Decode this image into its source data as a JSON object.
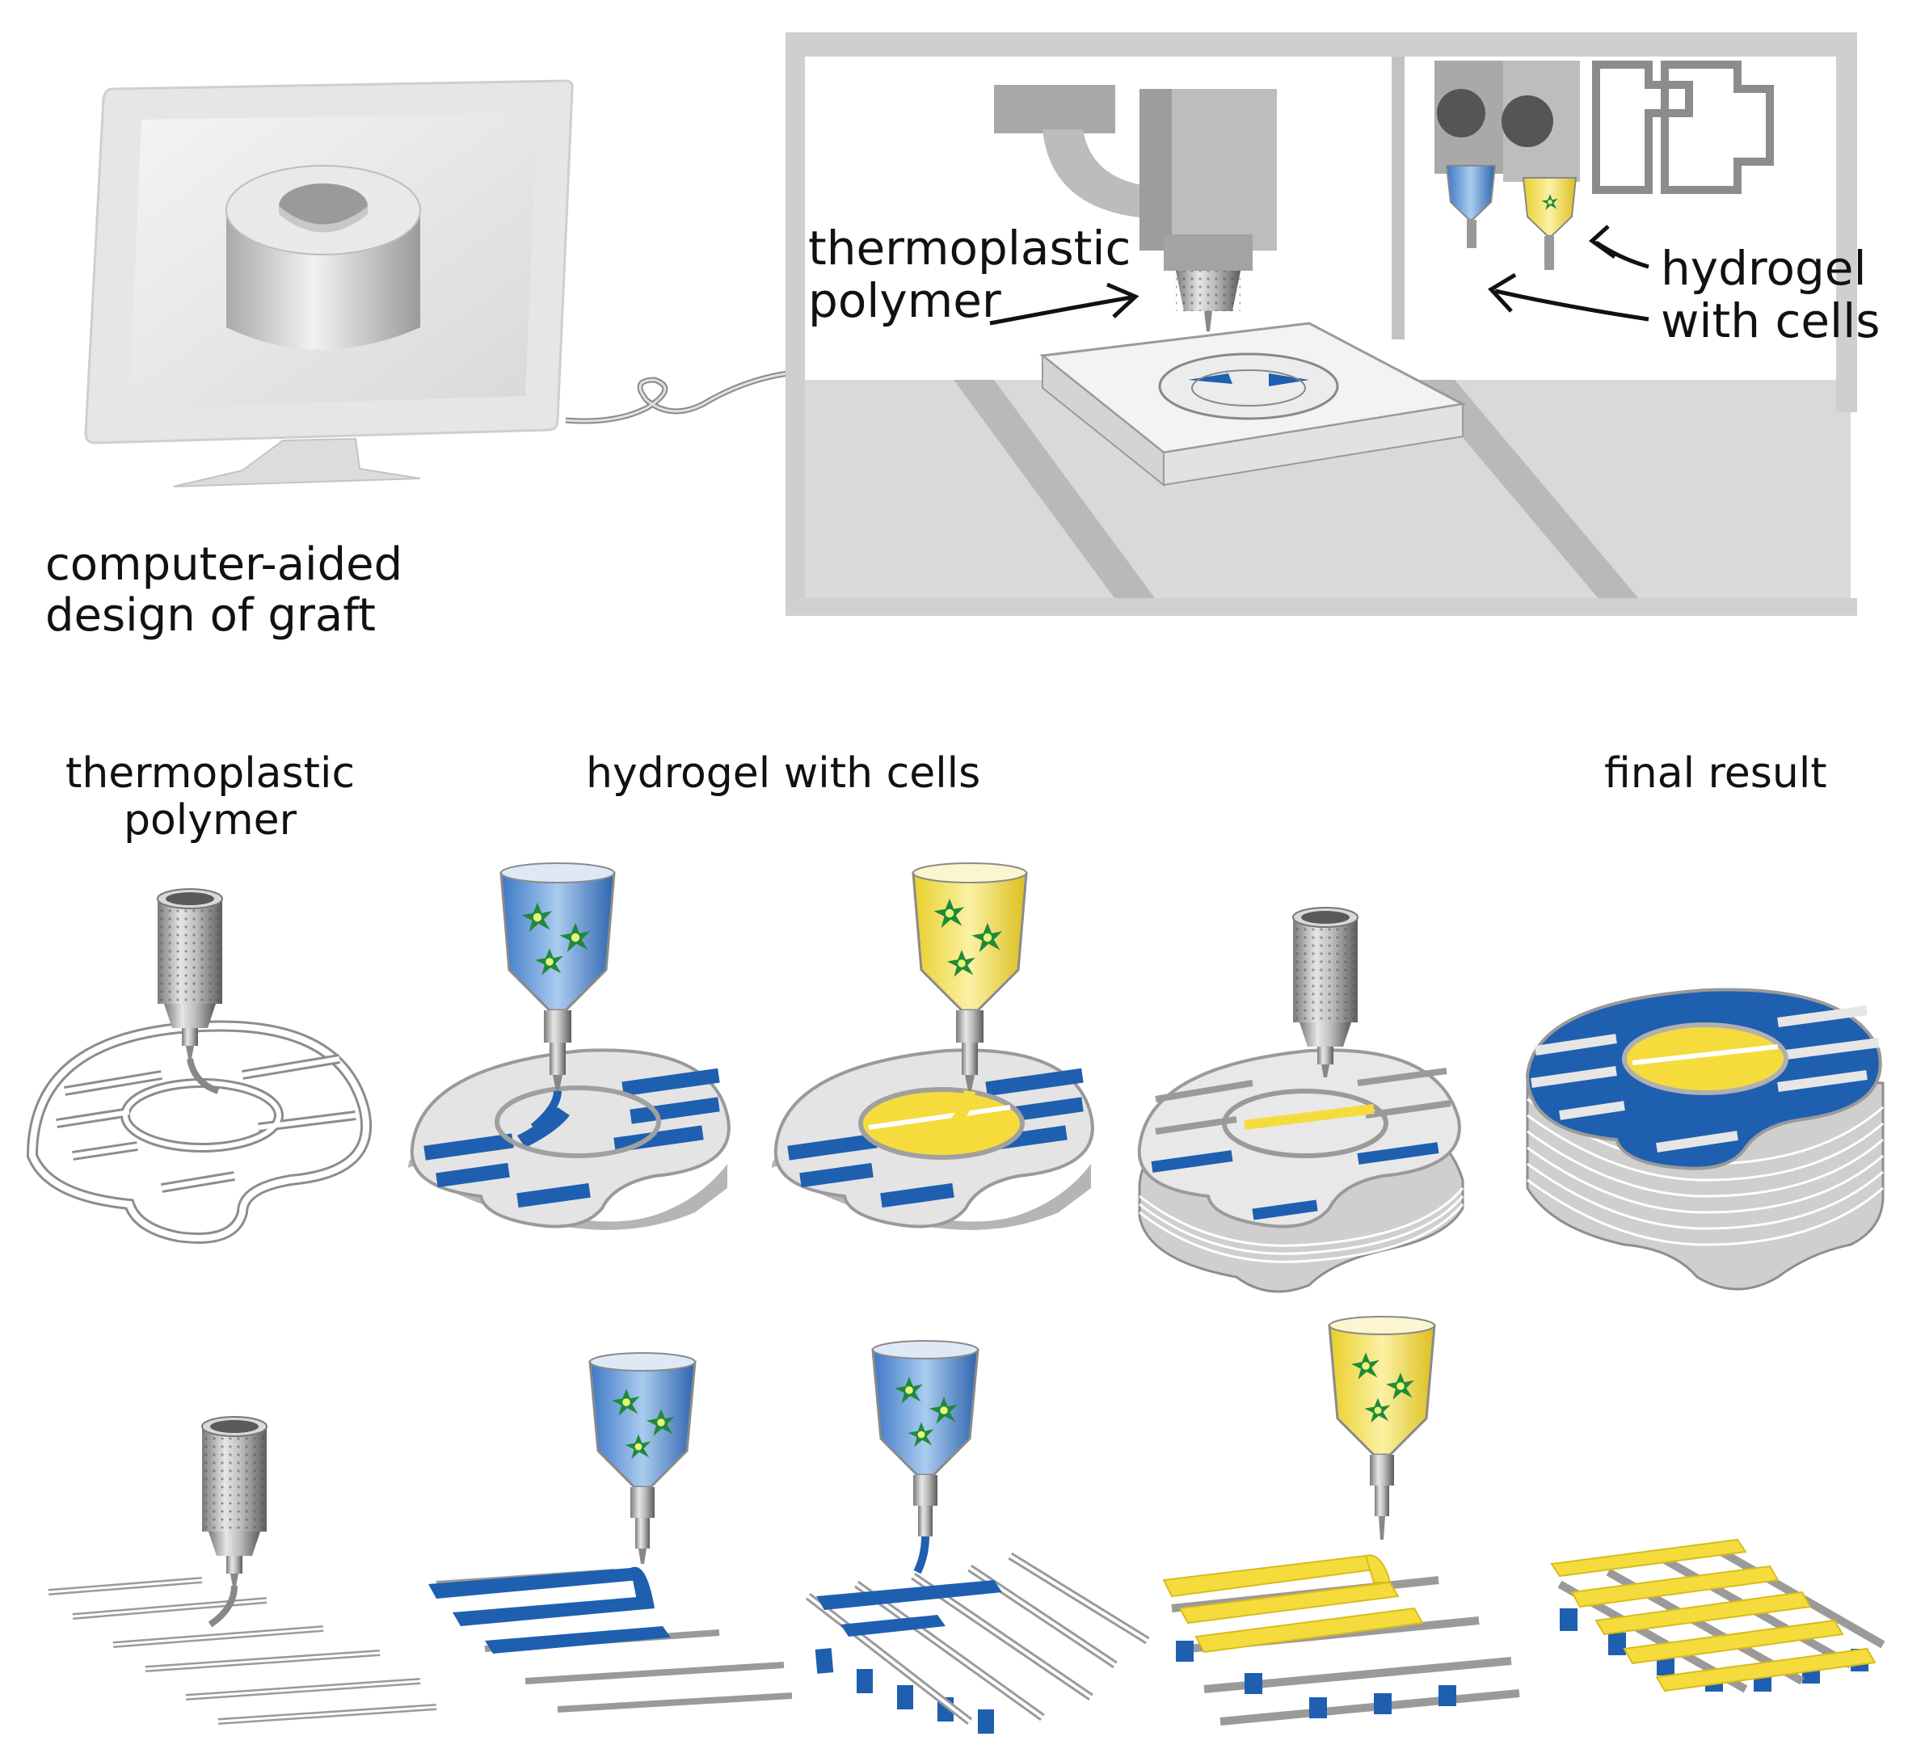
{
  "labels": {
    "cad_line1": "computer-aided",
    "cad_line2": "design of graft",
    "printer_thermo_line1": "thermoplastic",
    "printer_thermo_line2": "polymer",
    "printer_hydrogel_line1": "hydrogel",
    "printer_hydrogel_line2": "with cells",
    "step_thermo_line1": "thermoplastic",
    "step_thermo_line2": "polymer",
    "step_hydrogel": "hydrogel with cells",
    "step_final": "final result"
  },
  "icons": {
    "monitor": "computer-monitor-icon",
    "printer": "3d-bioprinter-icon",
    "thermo_nozzle": "knurled-nozzle-icon",
    "hydrogel_syringe": "syringe-icon",
    "cells": "cell-icon"
  },
  "colors": {
    "hydrogel_blue": "#1f5fb0",
    "hydrogel_yellow": "#f5dc3c",
    "cell_green": "#1f8a3a",
    "polymer_gray": "#d8d8d8",
    "printer_gray": "#cfcfcf"
  }
}
